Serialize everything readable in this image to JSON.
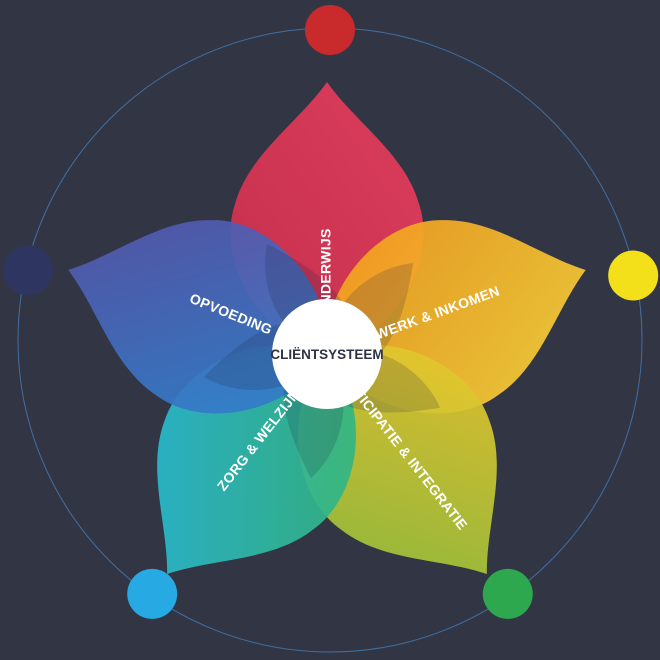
{
  "center": {
    "label": "CLIËNTSYSTEEM"
  },
  "petals": [
    {
      "id": "onderwijs",
      "label": "ONDERWIJS",
      "colors": [
        "#e93e5f",
        "#cf2f4c"
      ]
    },
    {
      "id": "werk-inkomen",
      "label": "WERK & INKOMEN",
      "colors": [
        "#f7d43a",
        "#f29a1c"
      ]
    },
    {
      "id": "participatie",
      "label": "PARTICIPATIE & INTEGRATIE",
      "colors": [
        "#8fc13d",
        "#f1c72a"
      ]
    },
    {
      "id": "zorg-welzijn",
      "label": "ZORG & WELZIJN",
      "colors": [
        "#26b9e4",
        "#35b56e"
      ]
    },
    {
      "id": "opvoeding",
      "label": "OPVOEDING",
      "colors": [
        "#5b4fa6",
        "#2c84cf"
      ]
    }
  ],
  "orbit_dots": [
    {
      "id": "red",
      "color": "#c92a2c"
    },
    {
      "id": "yellow",
      "color": "#f3e01a"
    },
    {
      "id": "green",
      "color": "#2ea84f"
    },
    {
      "id": "blue",
      "color": "#27a9e3"
    },
    {
      "id": "navy",
      "color": "#2d3560"
    }
  ],
  "ring_color": "#3f6fa3"
}
